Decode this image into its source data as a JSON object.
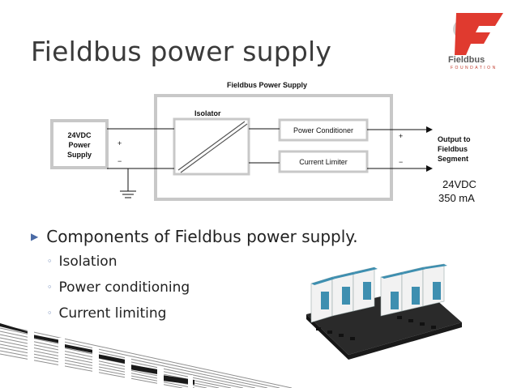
{
  "slide": {
    "title": "Fieldbus power supply",
    "logo": {
      "name": "Fieldbus",
      "sub": "FOUNDATION"
    },
    "diagram": {
      "header": "Fieldbus Power Supply",
      "source_lines": [
        "24VDC",
        "Power",
        "Supply"
      ],
      "isolator": "Isolator",
      "power_conditioner": "Power Conditioner",
      "current_limiter": "Current Limiter",
      "plus": "+",
      "minus": "−",
      "output_lines": [
        "Output to",
        "Fieldbus",
        "Segment"
      ]
    },
    "spec": {
      "voltage": "24VDC",
      "current": "350 mA"
    },
    "bullets": {
      "main": "Components of Fieldbus power supply.",
      "subs": [
        "Isolation",
        "Power conditioning",
        "Current limiting"
      ]
    }
  }
}
